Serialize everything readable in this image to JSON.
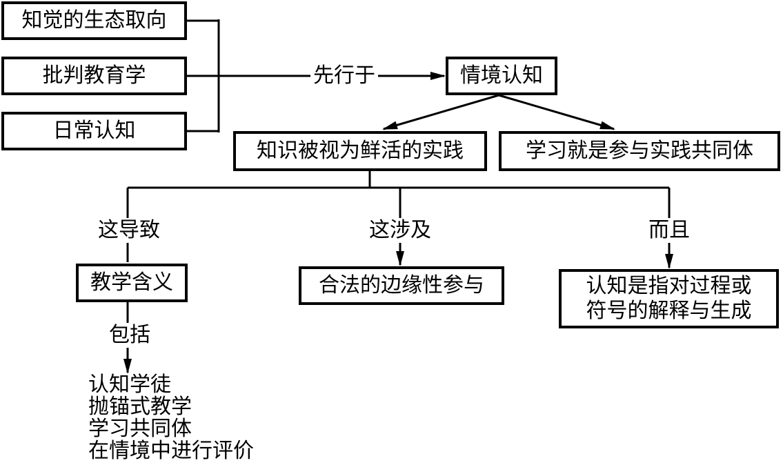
{
  "inputs": [
    {
      "text": "知觉的生态取向"
    },
    {
      "text": "批判教育学"
    },
    {
      "text": "日常认知"
    }
  ],
  "precedes_label": "先行于",
  "center": {
    "text": "情境认知"
  },
  "branch_left": {
    "text": "知识被视为鲜活的实践"
  },
  "branch_right": {
    "text": "学习就是参与实践共同体"
  },
  "edge_labels": {
    "leads_to": "这导致",
    "involves": "这涉及",
    "moreover": "而且",
    "includes": "包括"
  },
  "outcomes": {
    "teaching": "教学含义",
    "legitimate": "合法的边缘性参与",
    "cognition_line1": "认知是指对过程或",
    "cognition_line2": "符号的解释与生成"
  },
  "teaching_list": [
    "认知学徒",
    "抛锚式教学",
    "学习共同体",
    "在情境中进行评价"
  ]
}
